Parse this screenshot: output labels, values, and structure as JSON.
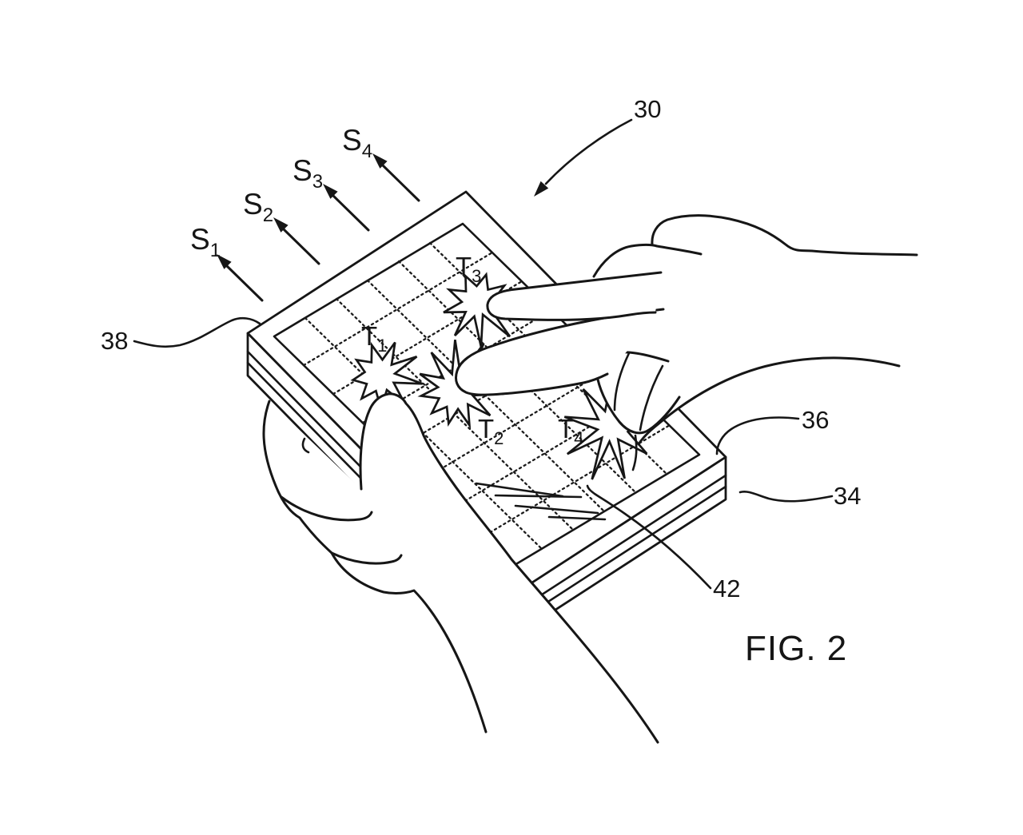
{
  "figure": {
    "caption": "FIG. 2",
    "ink_color": "#161616",
    "paper_color": "#ffffff",
    "signal_labels": [
      {
        "main": "S",
        "sub": "1"
      },
      {
        "main": "S",
        "sub": "2"
      },
      {
        "main": "S",
        "sub": "3"
      },
      {
        "main": "S",
        "sub": "4"
      }
    ],
    "touch_labels": [
      {
        "main": "T",
        "sub": "1"
      },
      {
        "main": "T",
        "sub": "2"
      },
      {
        "main": "T",
        "sub": "3"
      },
      {
        "main": "T",
        "sub": "4"
      }
    ],
    "reference_numerals": [
      {
        "text": "30"
      },
      {
        "text": "34"
      },
      {
        "text": "36"
      },
      {
        "text": "38"
      },
      {
        "text": "42"
      }
    ]
  }
}
